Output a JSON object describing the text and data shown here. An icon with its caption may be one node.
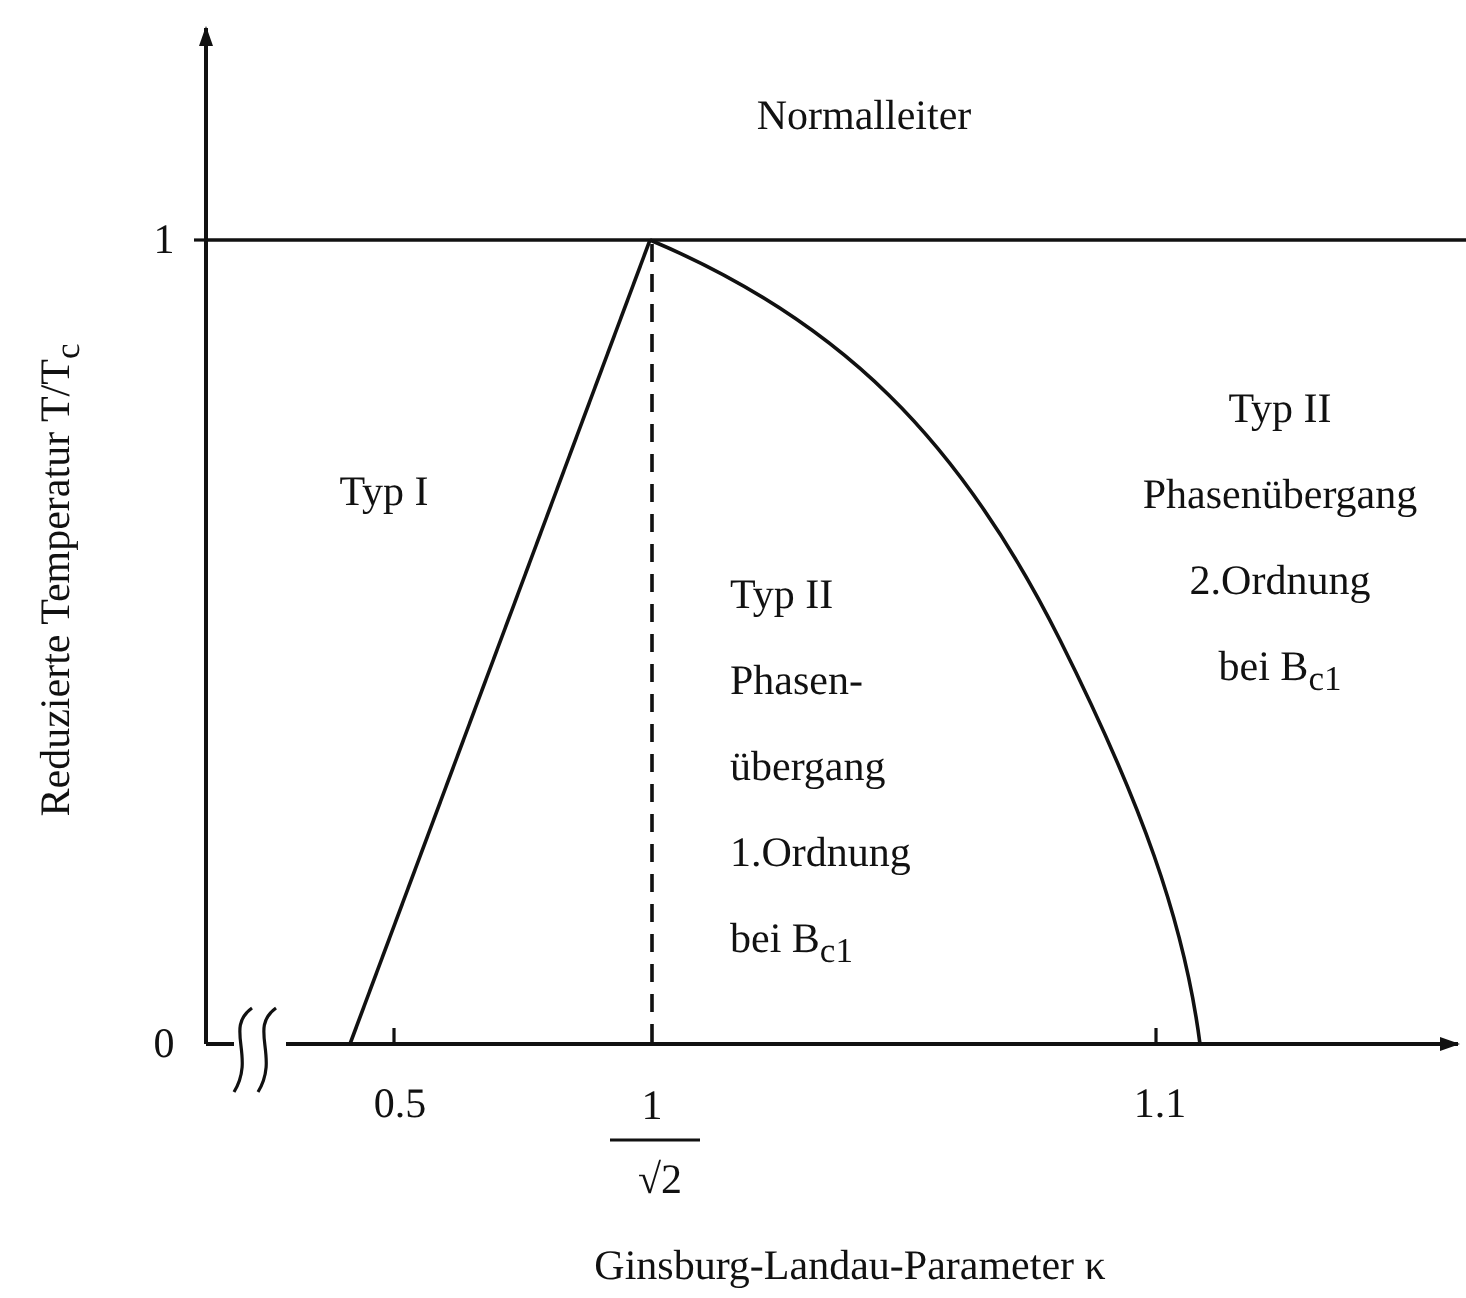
{
  "diagram": {
    "labels": [
      "Normalleiter",
      "1",
      "Reduzierte Temperatur T/T$_{c}$",
      "Typ I",
      "Typ II Phasenübergang 2.Ordnung bei B$_{c1}$",
      "Typ II Phasen- übergang 1.Ordnung bei B$_{c1}$",
      "0",
      "0.5",
      "1",
      "√2",
      "1.1",
      "Ginsburg-Landau-Parameter κ"
    ]
  }
}
